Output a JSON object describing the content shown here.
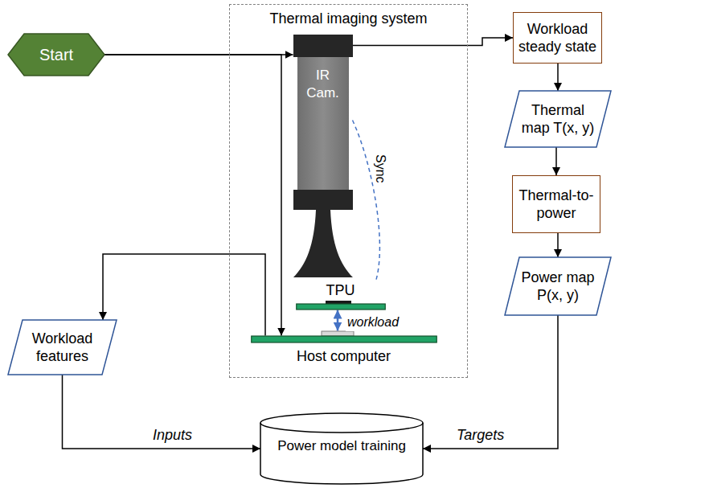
{
  "diagram": {
    "nodes": [
      {
        "text": [
          "Start"
        ]
      },
      {
        "text": [
          "Thermal imaging system"
        ]
      },
      {
        "text": [
          "IR Cam."
        ],
        "in": 1
      },
      {
        "text": [
          "TPU"
        ],
        "in": 1
      },
      {
        "text": [
          "Host computer"
        ],
        "in": 1
      },
      {
        "text": [
          "Workload steady state"
        ]
      },
      {
        "text": [
          "Thermal map T(x, y)"
        ]
      },
      {
        "text": [
          "Thermal-to-power"
        ]
      },
      {
        "text": [
          "Power map P(x, y)"
        ]
      },
      {
        "text": [
          "Workload features"
        ]
      },
      {
        "text": [
          "Power model training"
        ]
      }
    ],
    "edges": [
      {
        "from": 0,
        "to": 2,
        "arrow": "to"
      },
      {
        "from": 0,
        "to": 4,
        "arrow": "to"
      },
      {
        "from": 2,
        "to": 5,
        "arrow": "to"
      },
      {
        "from": 5,
        "to": 6,
        "arrow": "to"
      },
      {
        "from": 6,
        "to": 7,
        "arrow": "to"
      },
      {
        "from": 7,
        "to": 8,
        "arrow": "to"
      },
      {
        "from": 8,
        "to": 10,
        "label": "Targets",
        "arrow": "to"
      },
      {
        "from": 9,
        "to": 10,
        "label": "Inputs",
        "arrow": "to"
      },
      {
        "from": 4,
        "to": 9,
        "arrow": "to"
      },
      {
        "from": 3,
        "to": 4,
        "label": "workload",
        "arrow": "both"
      },
      {
        "from": 2,
        "to": 3,
        "label": "Sync",
        "arrow": "none"
      }
    ]
  }
}
